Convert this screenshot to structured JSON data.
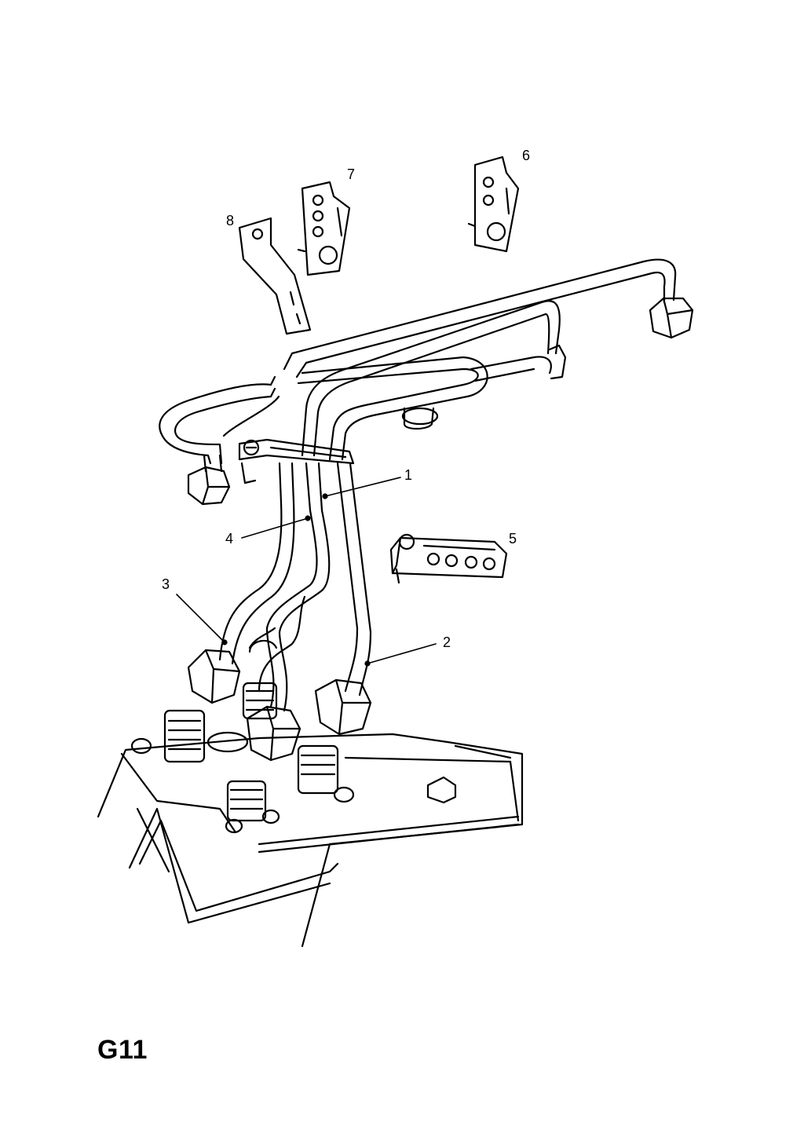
{
  "page_code": "G11",
  "callouts": [
    {
      "label": "1"
    },
    {
      "label": "2"
    },
    {
      "label": "3"
    },
    {
      "label": "4"
    },
    {
      "label": "5"
    },
    {
      "label": "6"
    },
    {
      "label": "7"
    },
    {
      "label": "8"
    }
  ],
  "colors": {
    "ink": "#000000",
    "paper": "#ffffff"
  }
}
